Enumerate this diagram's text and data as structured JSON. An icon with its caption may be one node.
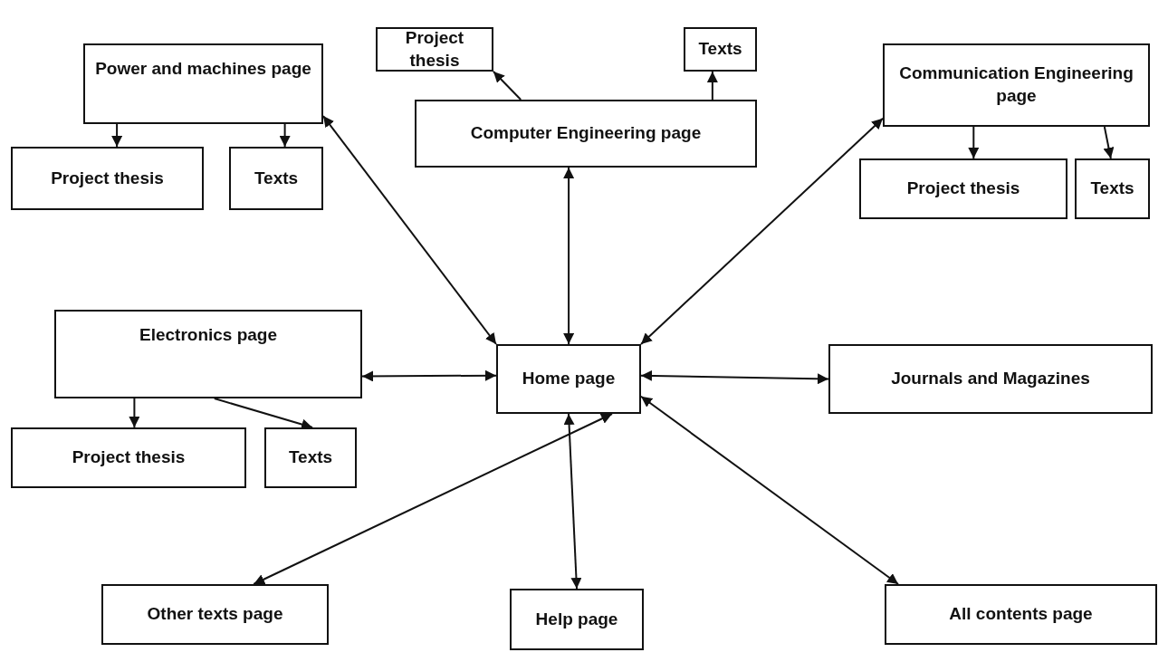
{
  "diagram": {
    "nodes": [
      {
        "text": [
          "Home page"
        ]
      },
      {
        "text": [
          "Power and machines page"
        ]
      },
      {
        "text": [
          "Project thesis"
        ]
      },
      {
        "text": [
          "Texts"
        ]
      },
      {
        "text": [
          "Project thesis"
        ]
      },
      {
        "text": [
          "Texts"
        ]
      },
      {
        "text": [
          "Computer Engineering page"
        ]
      },
      {
        "text": [
          "Communication Engineering page"
        ]
      },
      {
        "text": [
          "Project thesis"
        ]
      },
      {
        "text": [
          "Texts"
        ]
      },
      {
        "text": [
          "Electronics page"
        ]
      },
      {
        "text": [
          "Project thesis"
        ]
      },
      {
        "text": [
          "Texts"
        ]
      },
      {
        "text": [
          "Journals and Magazines"
        ]
      },
      {
        "text": [
          "Other texts page"
        ]
      },
      {
        "text": [
          "Help page"
        ]
      },
      {
        "text": [
          "All contents page"
        ]
      }
    ],
    "edges": [
      {
        "from": 1,
        "to": 2,
        "arrow": "to"
      },
      {
        "from": 1,
        "to": 3,
        "arrow": "to"
      },
      {
        "from": 6,
        "to": 4,
        "arrow": "to"
      },
      {
        "from": 6,
        "to": 5,
        "arrow": "to"
      },
      {
        "from": 7,
        "to": 8,
        "arrow": "to"
      },
      {
        "from": 7,
        "to": 9,
        "arrow": "to"
      },
      {
        "from": 10,
        "to": 11,
        "arrow": "to"
      },
      {
        "from": 10,
        "to": 12,
        "arrow": "to"
      },
      {
        "from": 1,
        "to": 0,
        "arrow": "both"
      },
      {
        "from": 6,
        "to": 0,
        "arrow": "both"
      },
      {
        "from": 7,
        "to": 0,
        "arrow": "both"
      },
      {
        "from": 10,
        "to": 0,
        "arrow": "both"
      },
      {
        "from": 0,
        "to": 13,
        "arrow": "both"
      },
      {
        "from": 14,
        "to": 0,
        "arrow": "both"
      },
      {
        "from": 15,
        "to": 0,
        "arrow": "both"
      },
      {
        "from": 16,
        "to": 0,
        "arrow": "both"
      }
    ]
  }
}
